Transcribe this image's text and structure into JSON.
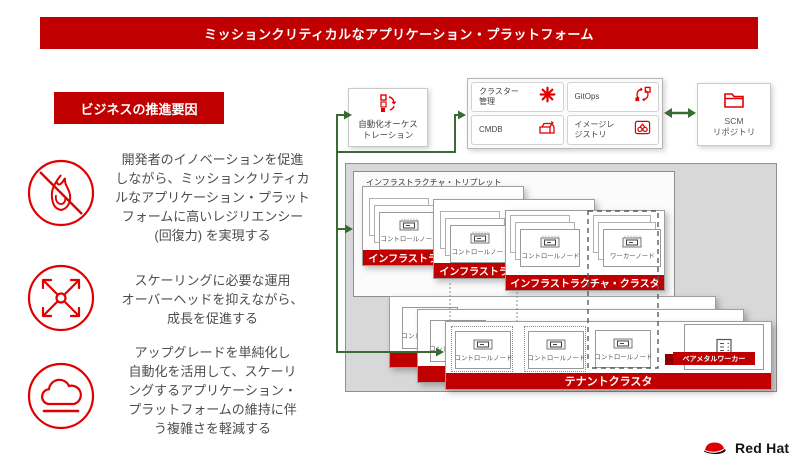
{
  "banner": {
    "title": "ミッションクリティカルなアプリケーション・プラットフォーム"
  },
  "drivers": {
    "header": "ビジネスの推進要因",
    "items": [
      {
        "icon": "no-fire-icon",
        "text": "開発者のイノベーションを促進\nしながら、ミッションクリティカ\nルなアプリケーション・プラット\nフォームに高いレジリエンシー\n(回復力) を実現する"
      },
      {
        "icon": "expand-arrows-icon",
        "text": "スケーリングに必要な運用\nオーバーヘッドを抑えながら、\n成長を促進する"
      },
      {
        "icon": "cloud-icon",
        "text": "アップグレードを単純化し\n自動化を活用して、スケーリ\nングするアプリケーション・\nプラットフォームの維持に伴\nう複雑さを軽減する"
      }
    ]
  },
  "pipeline": {
    "automation": {
      "label": "自動化オーケス\nトレーション",
      "icon": "automation-icon"
    },
    "services": [
      {
        "label": "クラスター\n管理",
        "icon": "cluster-management-icon"
      },
      {
        "label": "GitOps",
        "icon": "gitops-icon"
      },
      {
        "label": "CMDB",
        "icon": "cmdb-icon"
      },
      {
        "label": "イメージレ\nジストリ",
        "icon": "image-registry-icon"
      }
    ],
    "scm": {
      "label": "SCM\nリポジトリ",
      "icon": "folder-icon"
    }
  },
  "infrastructure": {
    "triplet_label": "インフラストラクチャ・トリプレット",
    "cluster_band_label": "インフラストラクチャ・クラスタ"
  },
  "tenant": {
    "band_label": "テナントクラスタ",
    "baremetal_label": "ベアメタルワーカー"
  },
  "labels": {
    "control_node": "コントロールノード",
    "worker_node": "ワーカーノード"
  },
  "logo": {
    "text": "Red Hat"
  },
  "colors": {
    "red": "#c00000",
    "icon_red": "#e00000",
    "green": "#3a6b35",
    "gray_bg": "#d8d8d8"
  }
}
